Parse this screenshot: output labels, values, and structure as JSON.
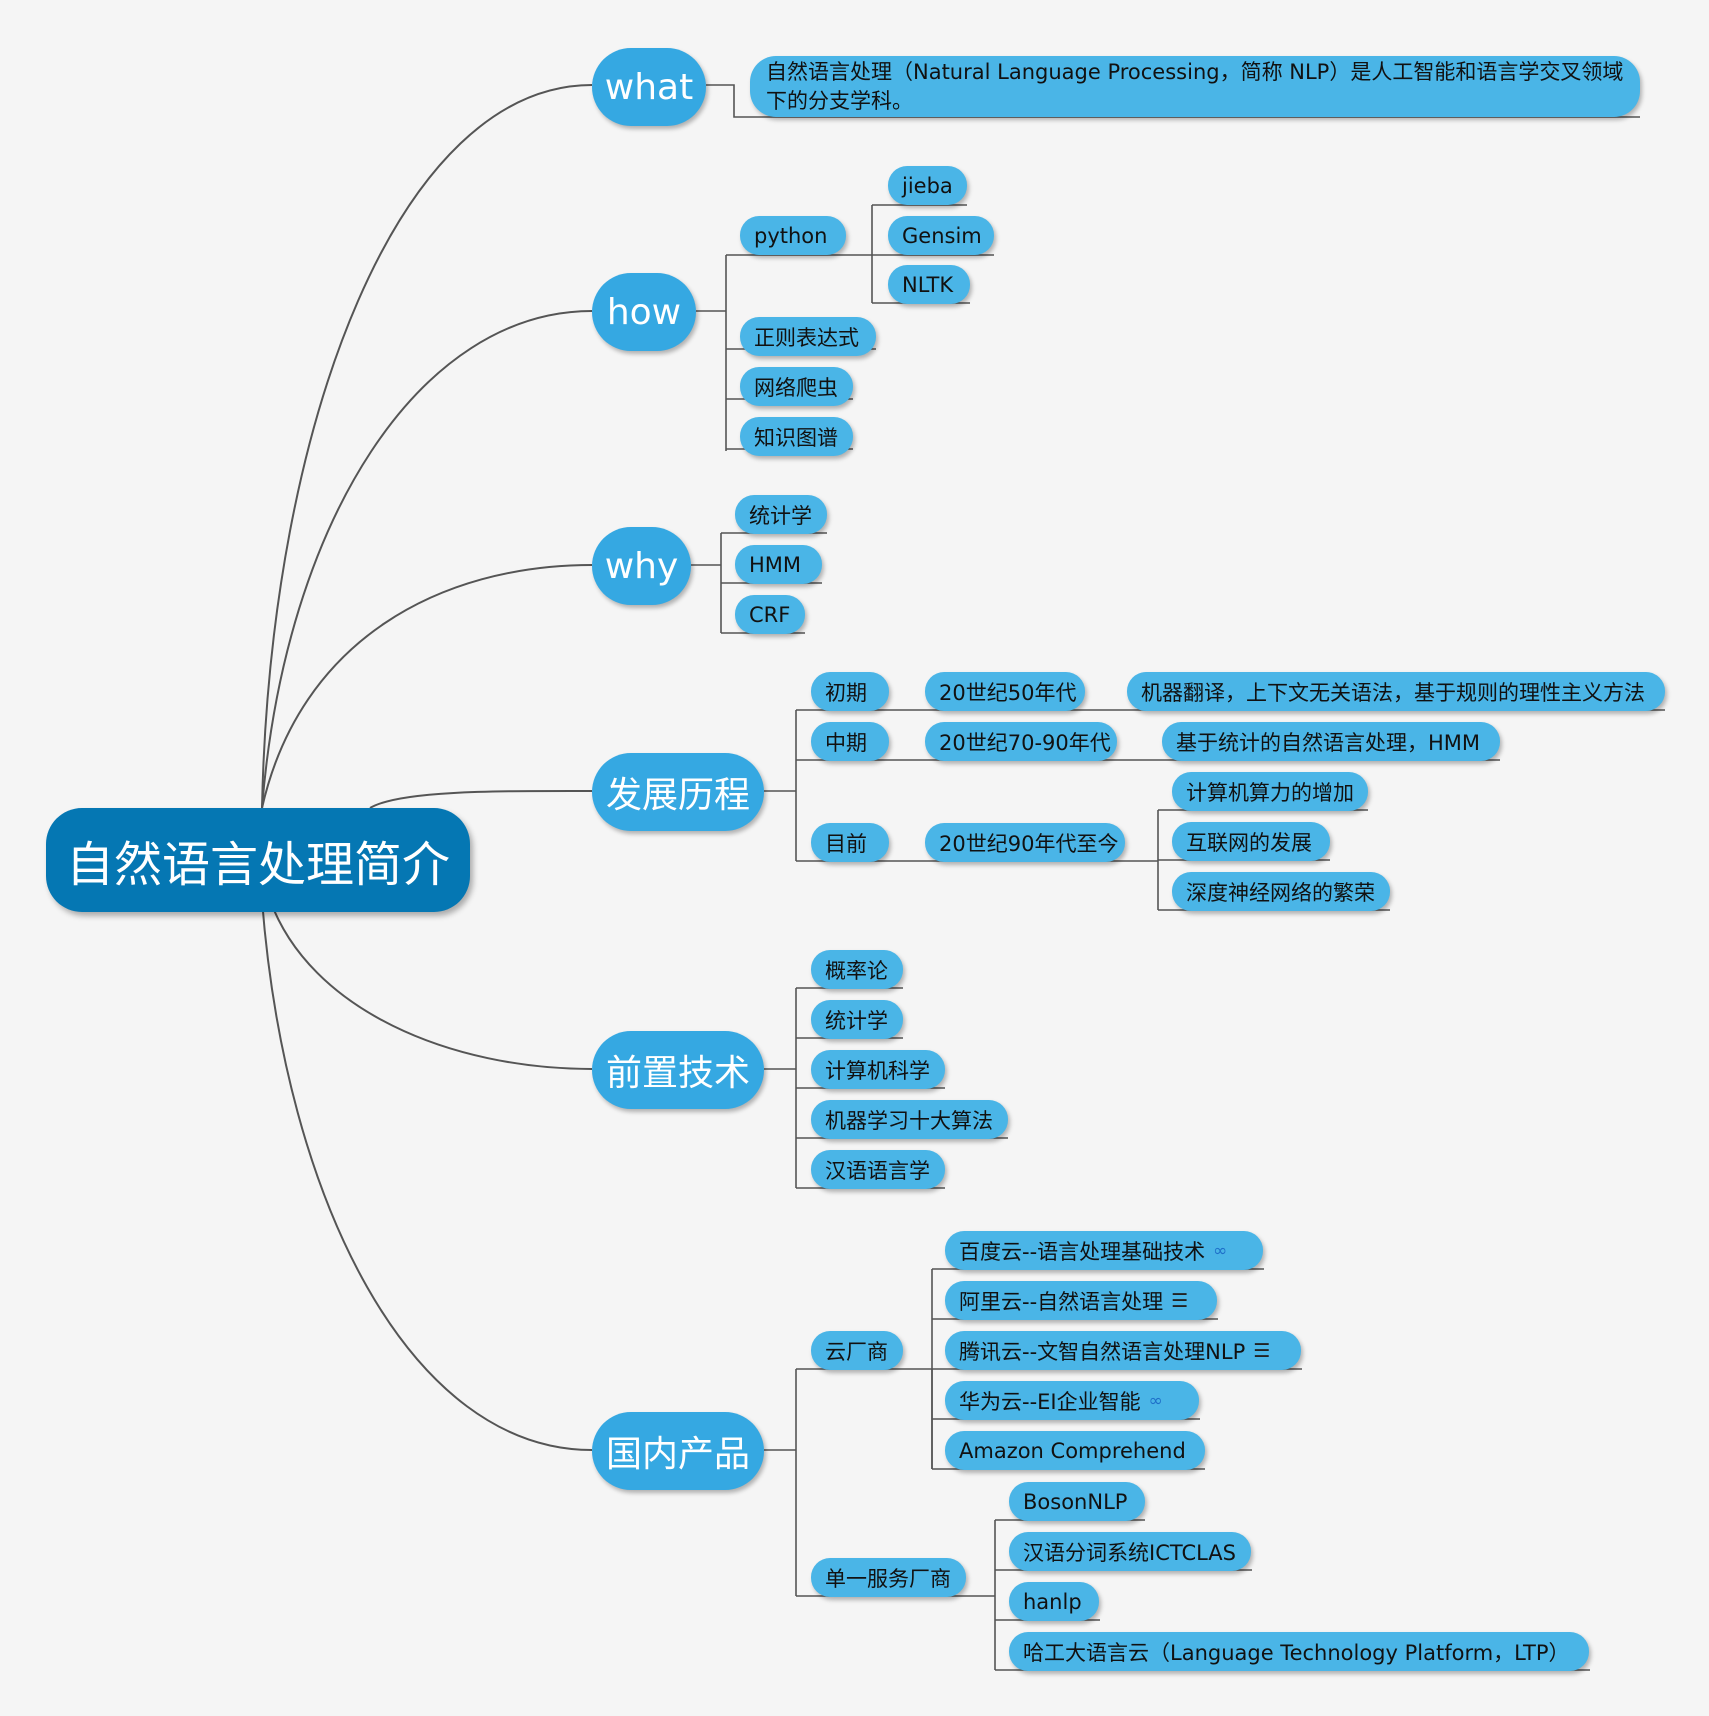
{
  "root": {
    "label": "自然语言处理简介"
  },
  "branches": {
    "what": {
      "label": "what",
      "description": "自然语言处理（Natural Language Processing，简称 NLP）是人工智能和语言学交叉领域下的分支学科。"
    },
    "how": {
      "label": "how",
      "python": {
        "label": "python",
        "libs": [
          "jieba",
          "Gensim",
          "NLTK"
        ]
      },
      "items": [
        "正则表达式",
        "网络爬虫",
        "知识图谱"
      ]
    },
    "why": {
      "label": "why",
      "items": [
        "统计学",
        "HMM",
        "CRF"
      ]
    },
    "history": {
      "label": "发展历程",
      "early": {
        "label": "初期",
        "period": "20世纪50年代",
        "detail": "机器翻译，上下文无关语法，基于规则的理性主义方法"
      },
      "middle": {
        "label": "中期",
        "period": "20世纪70-90年代",
        "detail": "基于统计的自然语言处理，HMM"
      },
      "current": {
        "label": "目前",
        "period": "20世纪90年代至今",
        "details": [
          "计算机算力的增加",
          "互联网的发展",
          "深度神经网络的繁荣"
        ]
      }
    },
    "prereq": {
      "label": "前置技术",
      "items": [
        "概率论",
        "统计学",
        "计算机科学",
        "机器学习十大算法",
        "汉语语言学"
      ]
    },
    "products": {
      "label": "国内产品",
      "cloud": {
        "label": "云厂商",
        "items": [
          {
            "label": "百度云--语言处理基础技术",
            "icon": "link-icon"
          },
          {
            "label": "阿里云--自然语言处理",
            "icon": "note-icon"
          },
          {
            "label": "腾讯云--文智自然语言处理NLP",
            "icon": "note-icon"
          },
          {
            "label": "华为云--EI企业智能",
            "icon": "link-icon"
          },
          {
            "label": "Amazon Comprehend",
            "icon": ""
          }
        ]
      },
      "single": {
        "label": "单一服务厂商",
        "items": [
          "BosonNLP",
          "汉语分词系统ICTCLAS",
          "hanlp",
          "哈工大语言云（Language Technology Platform，LTP）"
        ]
      }
    }
  },
  "colors": {
    "background": "#f5f5f5",
    "root": "#0577b3",
    "branch": "#35a8e2",
    "leaf": "#4ab5e7",
    "line": "#555555"
  }
}
